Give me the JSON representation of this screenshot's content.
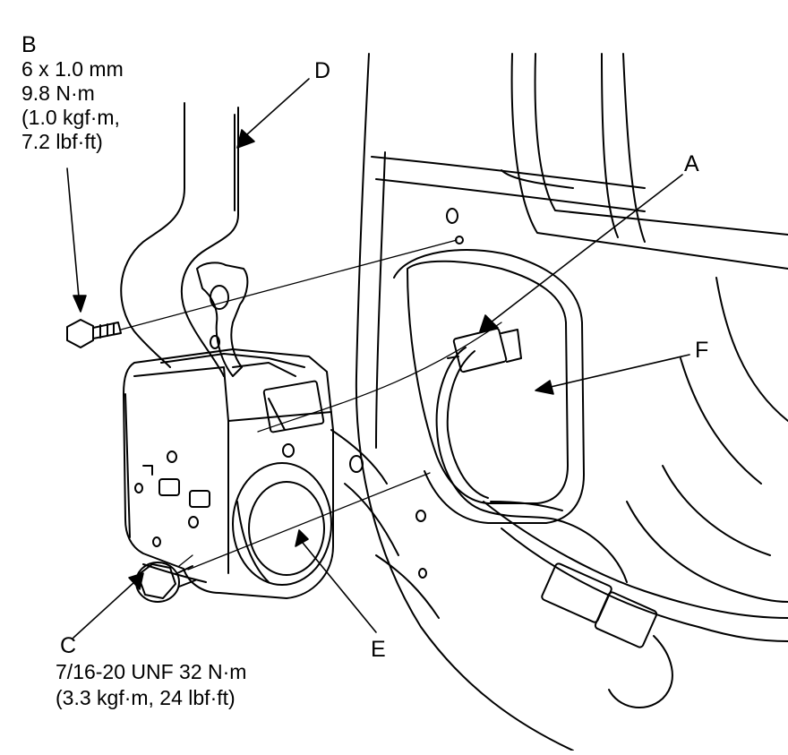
{
  "labels": {
    "A": "A",
    "B": "B",
    "C": "C",
    "D": "D",
    "E": "E",
    "F": "F"
  },
  "spec_b": {
    "line1": "6 x 1.0 mm",
    "line2": "9.8 N·m",
    "line3": "(1.0 kgf·m,",
    "line4": "7.2 lbf·ft)"
  },
  "spec_c": {
    "line1": "7/16-20 UNF 32 N·m",
    "line2": "(3.3 kgf·m, 24 lbf·ft)"
  },
  "colors": {
    "line": "#000000",
    "background": "#ffffff"
  }
}
